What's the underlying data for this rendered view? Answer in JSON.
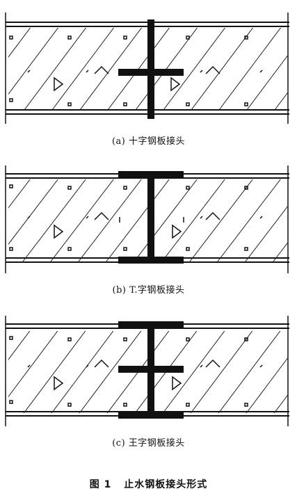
{
  "panels": [
    {
      "id": "a",
      "joint": "cross",
      "caption": "(a) 十字钢板接头"
    },
    {
      "id": "b",
      "joint": "t",
      "caption": "(b) T.字钢板接头"
    },
    {
      "id": "c",
      "joint": "king",
      "caption": "(c) 王字钢板接头"
    }
  ],
  "figure": {
    "number": "图 1",
    "title": "止水钢板接头形式"
  }
}
